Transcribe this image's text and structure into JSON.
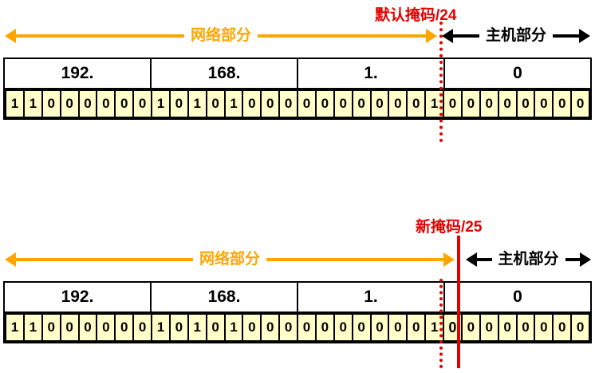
{
  "colors": {
    "red": "#E30000",
    "orange": "#FFA500",
    "bit_fill": "#FFFFC9",
    "border": "#000000"
  },
  "octets": [
    "192.",
    "168.",
    "1.",
    "0"
  ],
  "bits": [
    "1",
    "1",
    "0",
    "0",
    "0",
    "0",
    "0",
    "0",
    "1",
    "0",
    "1",
    "0",
    "1",
    "0",
    "0",
    "0",
    "0",
    "0",
    "0",
    "0",
    "0",
    "0",
    "0",
    "1",
    "0",
    "0",
    "0",
    "0",
    "0",
    "0",
    "0",
    "0"
  ],
  "top_diagram": {
    "title": "默认掩码/24",
    "network_label": "网络部分",
    "host_label": "主机部分",
    "mask_length": 24
  },
  "bottom_diagram": {
    "title": "新掩码/25",
    "network_label": "网络部分",
    "host_label": "主机部分",
    "mask_length": 25,
    "bold_bit_index": 24
  }
}
